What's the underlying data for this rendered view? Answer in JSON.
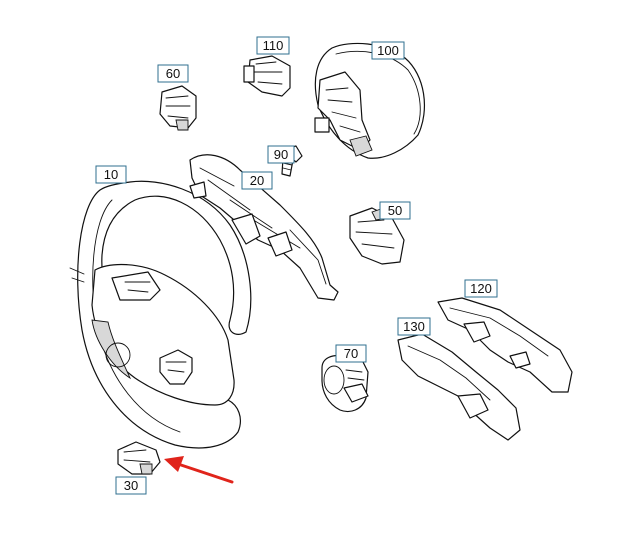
{
  "diagram": {
    "callouts": [
      {
        "id": "callout-10",
        "label": "10"
      },
      {
        "id": "callout-20",
        "label": "20"
      },
      {
        "id": "callout-30",
        "label": "30"
      },
      {
        "id": "callout-50",
        "label": "50"
      },
      {
        "id": "callout-60",
        "label": "60"
      },
      {
        "id": "callout-70",
        "label": "70"
      },
      {
        "id": "callout-90",
        "label": "90"
      },
      {
        "id": "callout-100",
        "label": "100"
      },
      {
        "id": "callout-110",
        "label": "110"
      },
      {
        "id": "callout-120",
        "label": "120"
      },
      {
        "id": "callout-130",
        "label": "130"
      }
    ],
    "colors": {
      "line": "#111111",
      "callout_border": "#2f6f8f",
      "arrow": "#e0241b"
    }
  }
}
